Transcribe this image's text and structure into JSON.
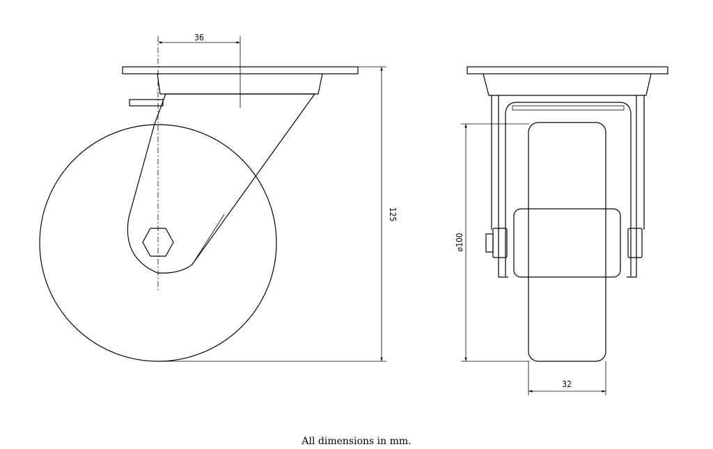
{
  "dimensions": {
    "offset": "36",
    "height": "125",
    "diameter": "⌀100",
    "width": "32"
  },
  "footnote": "All dimensions in mm."
}
